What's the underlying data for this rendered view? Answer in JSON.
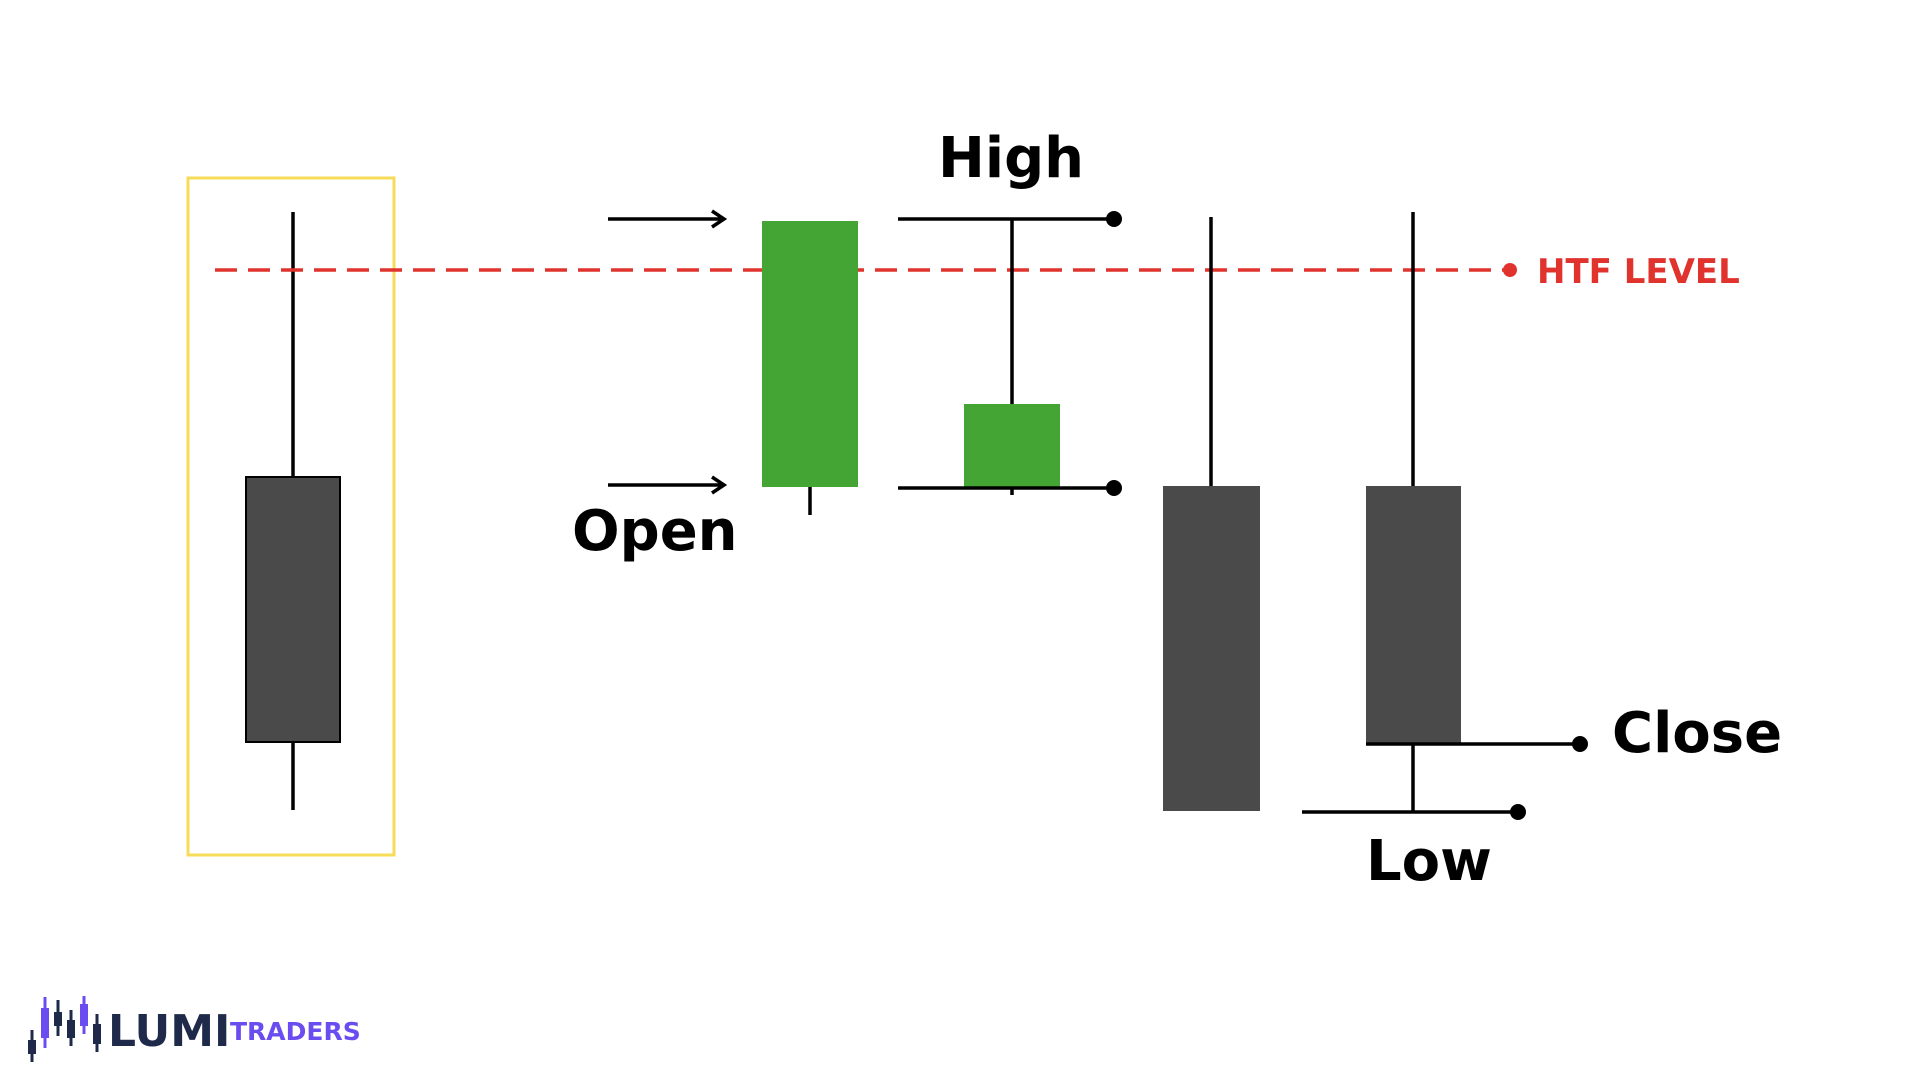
{
  "labels": {
    "high": "High",
    "open": "Open",
    "close": "Close",
    "low": "Low",
    "htf_level": "HTF LEVEL"
  },
  "brand": {
    "name_main": "LUMI",
    "name_sub": "TRADERS"
  },
  "colors": {
    "bearish_candle": "#4a4a4a",
    "bullish_candle": "#44a535",
    "htf_level_line": "#e1332d",
    "highlight_box": "#f7dc5a",
    "brand_dark": "#1f2a4a",
    "brand_accent": "#6a4cf0",
    "ink": "#000000"
  },
  "icons": {
    "logo": "candlestick-logo-icon",
    "arrow": "right-arrow-icon",
    "endpoint": "endpoint-dot-icon"
  }
}
